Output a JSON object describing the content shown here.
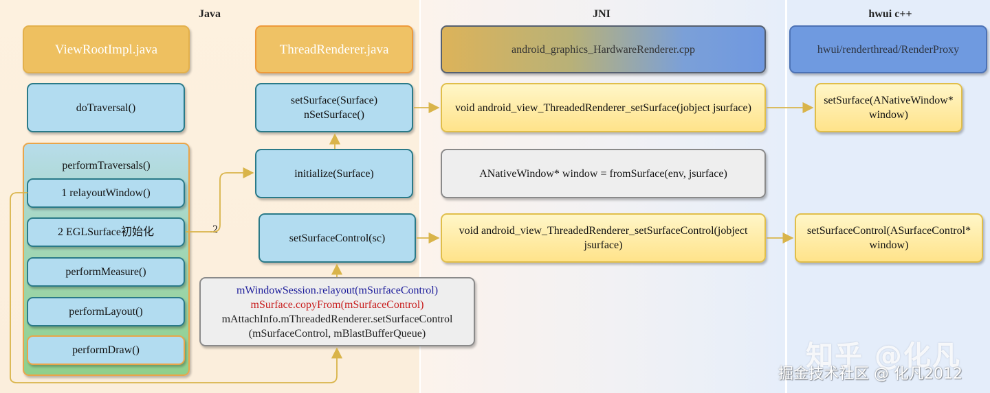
{
  "lanes": {
    "java": "Java",
    "jni": "JNI",
    "hwui": "hwui c++"
  },
  "headers": {
    "view_root_impl": "ViewRootImpl.java",
    "thread_renderer": "ThreadRenderer.java",
    "jni_file": "android_graphics_HardwareRenderer.cpp",
    "render_proxy": "hwui/renderthread/RenderProxy"
  },
  "view_root": {
    "do_traversal": "doTraversal()",
    "perform_traversals": "performTraversals()",
    "relayout_window": "1 relayoutWindow()",
    "egl_surface_init": "2 EGLSurface初始化",
    "perform_measure": "performMeasure()",
    "perform_layout": "performLayout()",
    "perform_draw": "performDraw()"
  },
  "thread_renderer": {
    "set_surface_line1": "setSurface(Surface)",
    "set_surface_line2": "nSetSurface()",
    "initialize": "initialize(Surface)",
    "set_surface_control": "setSurfaceControl(sc)"
  },
  "relayout_note": {
    "line1": "mWindowSession.relayout(mSurfaceControl)",
    "line2": "mSurface.copyFrom(mSurfaceControl)",
    "line3": "mAttachInfo.mThreadedRenderer.setSurfaceControl",
    "line4": "(mSurfaceControl, mBlastBufferQueue)"
  },
  "jni": {
    "set_surface": "void android_view_ThreadedRenderer_setSurface(jobject jsurface)",
    "from_surface": "ANativeWindow* window = fromSurface(env, jsurface)",
    "set_surface_control_line1": "void android_view_ThreadedRenderer_setSurfaceControl(jobject",
    "set_surface_control_line2": "jsurface)"
  },
  "hwui": {
    "set_surface_line1": "setSurface(ANativeWindow*",
    "set_surface_line2": "window)",
    "set_surface_control_line1": "setSurfaceControl(ASurfaceControl*",
    "set_surface_control_line2": "window)"
  },
  "edge_labels": {
    "step2": ".2"
  },
  "watermarks": {
    "zhihu": "知乎 @化凡",
    "juejin": "掘金技术社区 @ 化凡2012"
  },
  "colors": {
    "arrow": "#d9b44a",
    "blue_box": "#b2dcf0",
    "yellow_box": "#ffe38a",
    "header_orange": "#eec060",
    "header_blue": "#6f9ae0",
    "note_blue_text": "#1b1b9a",
    "note_red_text": "#c81e1e"
  }
}
